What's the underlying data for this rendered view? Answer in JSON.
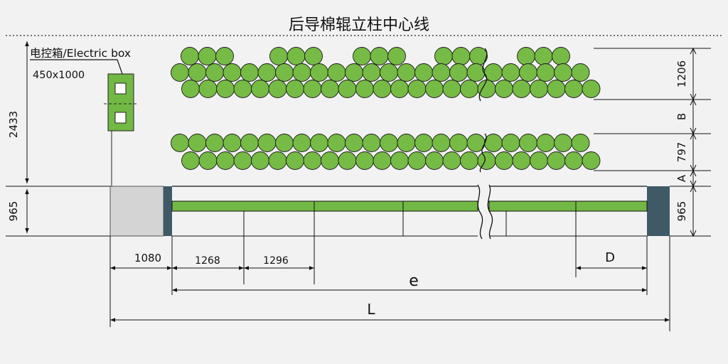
{
  "title": "后导棉辊立柱中心线",
  "electric_box": {
    "label": "电控箱/Electric box",
    "size": "450x1000"
  },
  "colors": {
    "roller_fill": "#76bb45",
    "roller_stroke": "#1a1a1a",
    "box_fill": "#72b845",
    "bed_gray": "#d4d4d4",
    "end_post": "#3f5a66",
    "dimension_line": "#111111",
    "background": "#f2f2f2"
  },
  "dimensions": {
    "left_height_upper": "2433",
    "left_height_lower": "965",
    "right_top": "1206",
    "right_b": "B",
    "right_mid": "797",
    "right_a": "A",
    "right_bottom": "965",
    "seg_1080": "1080",
    "seg_1268": "1268",
    "seg_1296": "1296",
    "seg_d": "D",
    "seg_e": "e",
    "seg_l": "L"
  }
}
